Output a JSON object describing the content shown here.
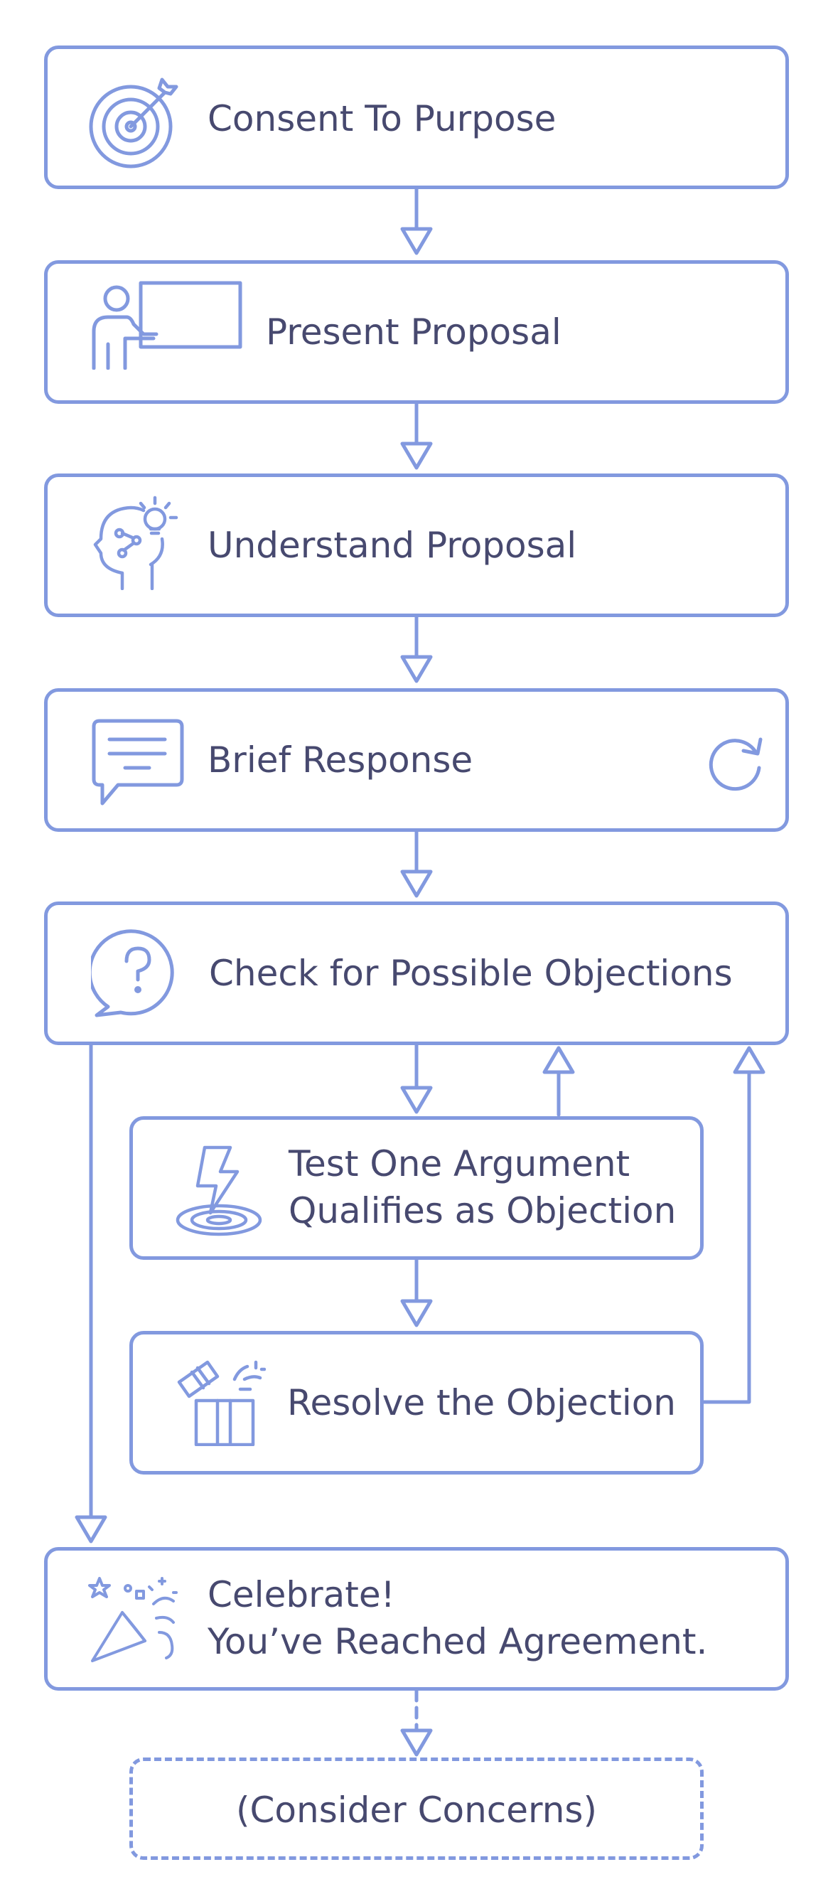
{
  "colors": {
    "stroke": "#8299df",
    "text": "#47496f",
    "background": "#ffffff"
  },
  "steps": [
    {
      "id": "consent",
      "label": "Consent To Purpose",
      "icon": "target-arrow-icon"
    },
    {
      "id": "present",
      "label": "Present Proposal",
      "icon": "presenter-board-icon"
    },
    {
      "id": "understand",
      "label": "Understand Proposal",
      "icon": "head-lightbulb-icon"
    },
    {
      "id": "brief",
      "label": "Brief Response",
      "icon": "chat-message-icon",
      "side_icon": "refresh-icon"
    },
    {
      "id": "check",
      "label": "Check for Possible Objections",
      "icon": "question-bubble-icon"
    },
    {
      "id": "test",
      "label_lines": [
        "Test One Argument",
        "Qualifies as Objection"
      ],
      "icon": "lightning-strike-icon"
    },
    {
      "id": "resolve",
      "label": "Resolve the Objection",
      "icon": "gift-box-icon"
    },
    {
      "id": "celebrate",
      "label_lines": [
        "Celebrate!",
        "You’ve Reached Agreement."
      ],
      "icon": "party-popper-icon"
    },
    {
      "id": "consider",
      "label": "(Consider Concerns)",
      "style": "dashed"
    }
  ]
}
